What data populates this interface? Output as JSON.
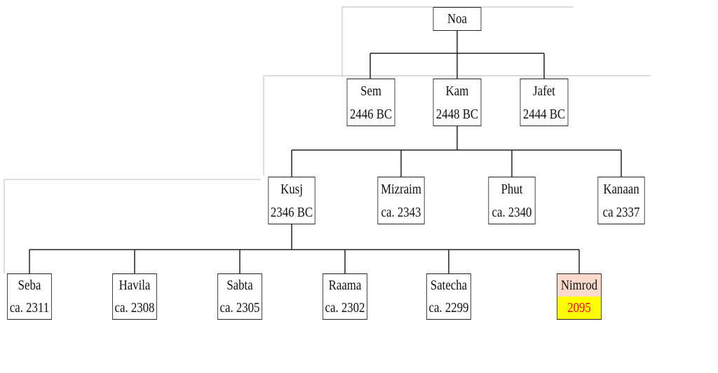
{
  "tree": {
    "root": {
      "name": "Noa"
    },
    "generation1": [
      {
        "name": "Sem",
        "date": "2446 BC"
      },
      {
        "name": "Kam",
        "date": "2448 BC"
      },
      {
        "name": "Jafet",
        "date": "2444 BC"
      }
    ],
    "generation2": [
      {
        "name": "Kusj",
        "date": "2346 BC"
      },
      {
        "name": "Mizraim",
        "date": "ca. 2343"
      },
      {
        "name": "Phut",
        "date": "ca. 2340"
      },
      {
        "name": "Kanaan",
        "date": "ca 2337"
      }
    ],
    "generation3": [
      {
        "name": "Seba",
        "date": "ca. 2311"
      },
      {
        "name": "Havila",
        "date": "ca. 2308"
      },
      {
        "name": "Sabta",
        "date": "ca. 2305"
      },
      {
        "name": "Raama",
        "date": "ca. 2302"
      },
      {
        "name": "Satecha",
        "date": "ca. 2299"
      },
      {
        "name": "Nimrod",
        "date": "2095"
      }
    ]
  },
  "colors": {
    "line": "#222222",
    "guide_line": "#bbbbbb",
    "highlight_name_bg": "#fbd9cc",
    "highlight_date_bg": "#ffff00",
    "highlight_date_text": "#ff0000"
  }
}
